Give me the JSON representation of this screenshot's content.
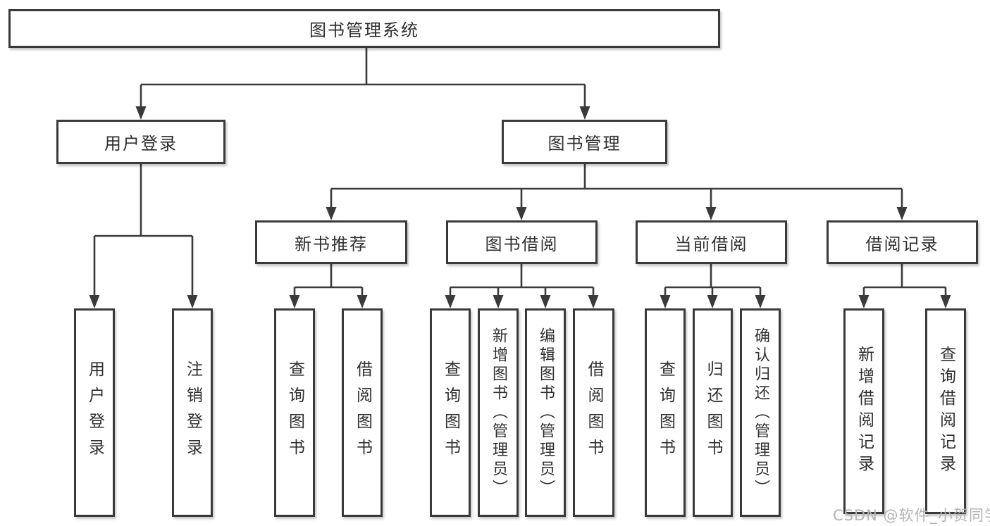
{
  "diagram_title": "图书管理系统",
  "nodes": {
    "root": "图书管理系统",
    "level2": [
      "用户登录",
      "图书管理"
    ],
    "level3": [
      "新书推荐",
      "图书借阅",
      "当前借阅",
      "借阅记录"
    ],
    "leaves": [
      "用户登录",
      "注销登录",
      "查询图书",
      "借阅图书",
      "查询图书",
      "新增图书（管理员）",
      "编辑图书（管理员）",
      "借阅图书",
      "查询图书",
      "归还图书",
      "确认归还（管理员）",
      "新增借阅记录",
      "查询借阅记录"
    ]
  },
  "hierarchy": {
    "图书管理系统": [
      "用户登录",
      "图书管理"
    ],
    "用户登录": [
      "用户登录",
      "注销登录"
    ],
    "图书管理": [
      "新书推荐",
      "图书借阅",
      "当前借阅",
      "借阅记录"
    ],
    "新书推荐": [
      "查询图书",
      "借阅图书"
    ],
    "图书借阅": [
      "查询图书",
      "新增图书（管理员）",
      "编辑图书（管理员）",
      "借阅图书"
    ],
    "当前借阅": [
      "查询图书",
      "归还图书",
      "确认归还（管理员）"
    ],
    "借阅记录": [
      "新增借阅记录",
      "查询借阅记录"
    ]
  },
  "watermark": "CSDN @软件_小贺同学",
  "colors": {
    "line": "#3a3a3a",
    "text": "#2f2f2f",
    "watermark": "#b4b4b4",
    "background": "#ffffff"
  }
}
